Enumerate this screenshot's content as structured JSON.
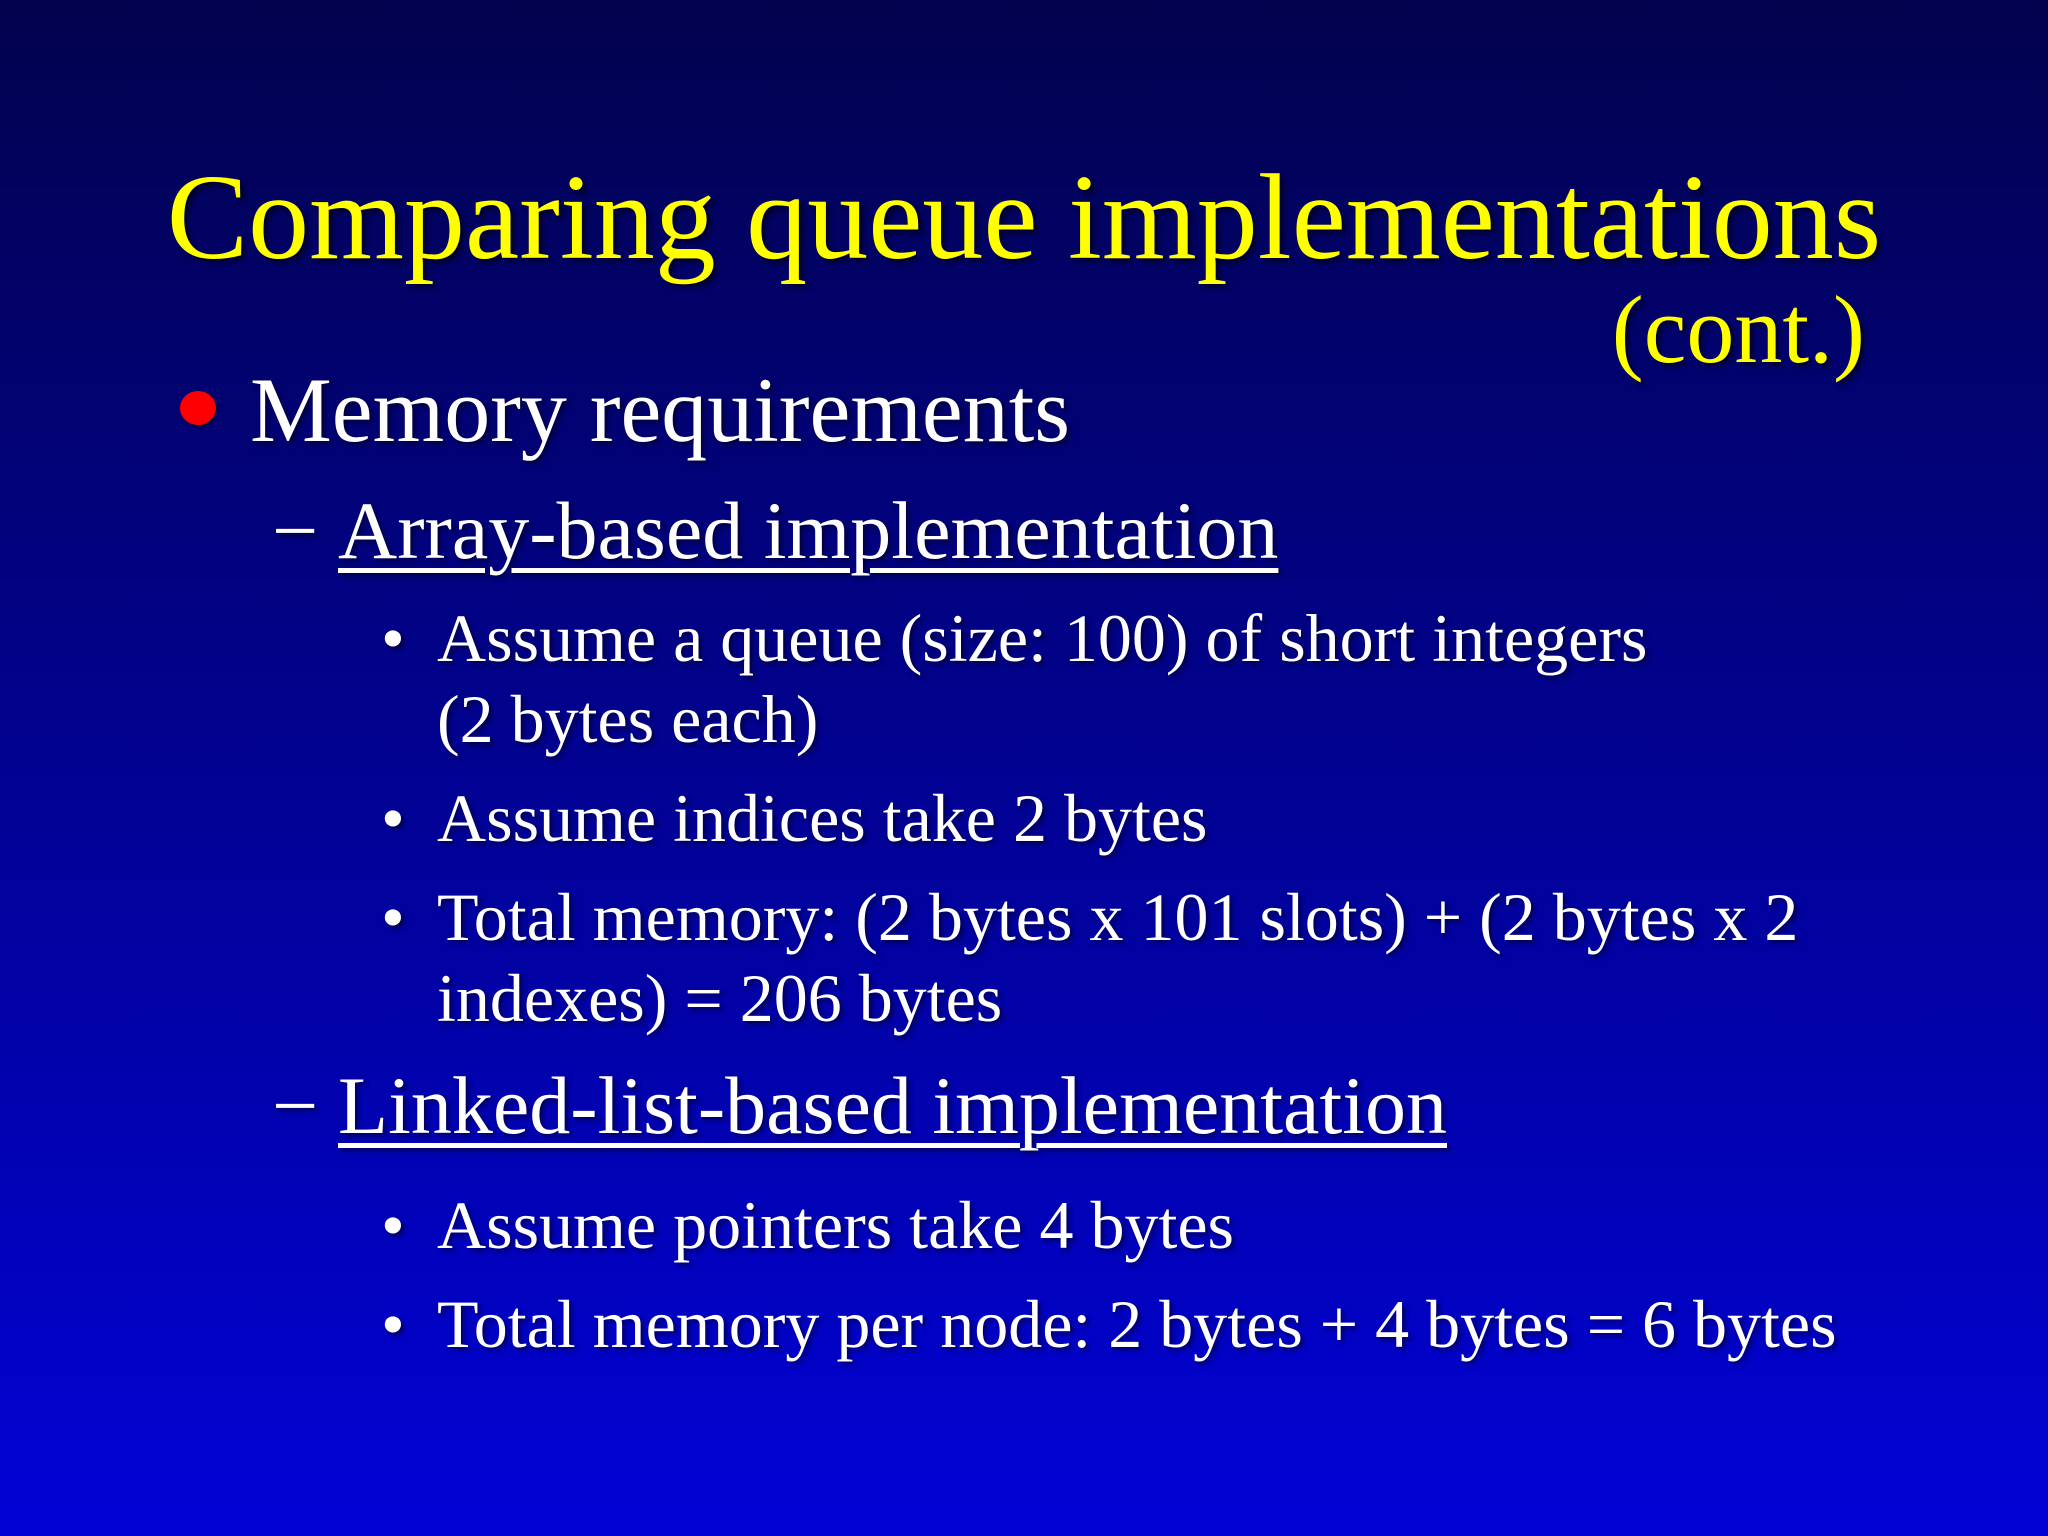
{
  "slide": {
    "title": "Comparing queue implementations",
    "subtitle": "(cont.)",
    "marker_glyphs": {
      "dash": "−",
      "dot": "•"
    },
    "colors": {
      "background_top": "#02024e",
      "background_bottom": "#0202d6",
      "title": "#ffff00",
      "body_text": "#ffffff",
      "level1_bullet": "#ff0000"
    },
    "bullets": [
      {
        "level": 1,
        "marker": "red-disc",
        "underline": false,
        "text": "Memory requirements"
      },
      {
        "level": 2,
        "marker": "dash",
        "underline": true,
        "text": "Array-based implementation"
      },
      {
        "level": 3,
        "marker": "dot",
        "underline": false,
        "text": "Assume a queue (size: 100) of short integers\n(2 bytes each)"
      },
      {
        "level": 3,
        "marker": "dot",
        "underline": false,
        "text": "Assume indices take 2 bytes"
      },
      {
        "level": 3,
        "marker": "dot",
        "underline": false,
        "text": "Total memory: (2 bytes x 101 slots) + (2 bytes x 2\nindexes) = 206 bytes"
      },
      {
        "level": 2,
        "marker": "dash",
        "underline": true,
        "text": "Linked-list-based implementation"
      },
      {
        "level": 3,
        "marker": "dot",
        "underline": false,
        "text": "Assume pointers take 4 bytes"
      },
      {
        "level": 3,
        "marker": "dot",
        "underline": false,
        "text": "Total memory per node: 2 bytes + 4 bytes = 6 bytes"
      }
    ]
  }
}
